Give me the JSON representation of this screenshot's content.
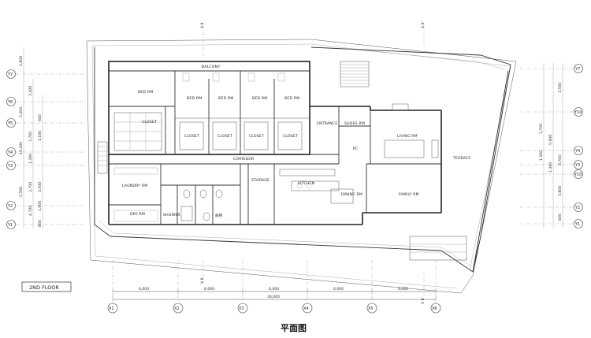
{
  "drawing": {
    "floor_label": "2ND FLOOR",
    "caption": "平面图"
  },
  "rooms": {
    "balcony": "BALCONY",
    "bed1": "BED RM",
    "bed2": "BED RM",
    "bed3": "BED RM",
    "bed4": "BED RM",
    "bed5": "BED RM",
    "closet_main": "CLOSET",
    "closet1": "CLOSET",
    "closet2": "CLOSET",
    "closet3": "CLOSET",
    "closet4": "CLOSET",
    "corridor": "CORRIDOR",
    "laundry": "LAUNDRY RM",
    "dry": "DRY RM",
    "shower": "SHOWER",
    "storage": "STORAGE",
    "kitchen": "KITCHEN",
    "dining": "DINING RM",
    "entrance": "ENTRANCE",
    "shoes": "SHOES RM",
    "pc": "PC",
    "living": "LIVING RM",
    "family": "FAMILY RM",
    "terrace": "TERRACE",
    "wc_label": "厕所"
  },
  "grid": {
    "x_labels": [
      "X1",
      "X2",
      "X3",
      "X4",
      "X5",
      "X6"
    ],
    "x_dims": [
      "6,000",
      "6,000",
      "6,000",
      "6,000",
      "6,000"
    ],
    "x_total": "30,000",
    "x_sub_top": "X 8",
    "x_sub_top_right": "X 8'",
    "x_sub_mid": "X 8",
    "x_sub_right": "X 8'",
    "y_left_labels": [
      "Y7",
      "Y6",
      "Y5",
      "Y4",
      "Y3",
      "Y2",
      "Y1"
    ],
    "y_right_labels": [
      "Y7",
      "Y10",
      "Y4",
      "Y3",
      "Y10'",
      "Y2",
      "Y1"
    ],
    "y_left_dims": [
      "1,800",
      "3,400",
      "2,200",
      "3,700",
      "600",
      "3,100",
      "10,400",
      "1,300",
      "5,500",
      "3,700",
      "3,500",
      "1,000",
      "4,700",
      "800"
    ],
    "y_right_dims": [
      "3,500",
      "3,700",
      "5,900",
      "1,300",
      "9,700",
      "1,300",
      "3,800",
      "800"
    ]
  }
}
